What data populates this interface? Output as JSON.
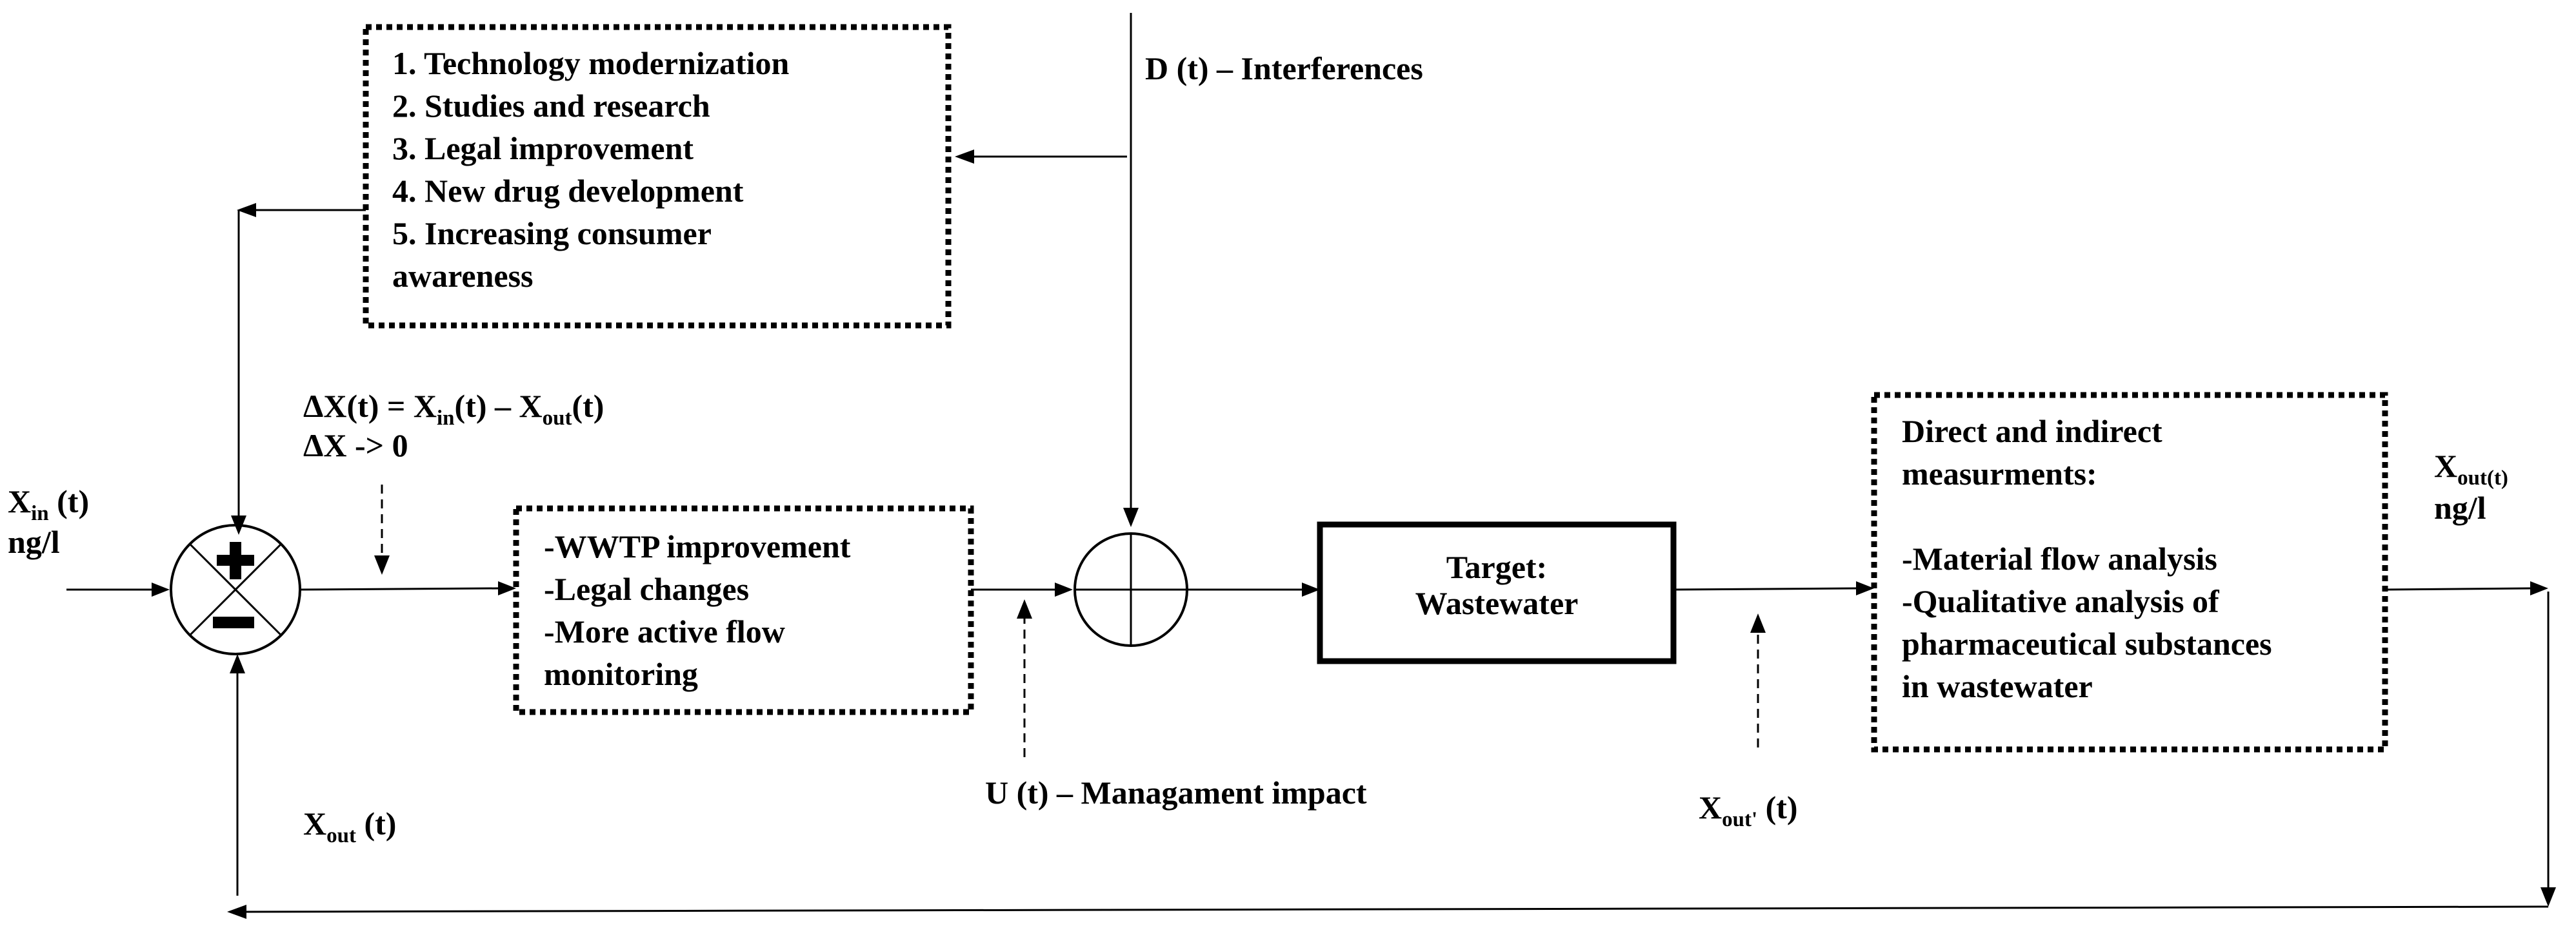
{
  "feedback_box": {
    "lines": [
      "1. Technology modernization",
      "2. Studies and research",
      "3. Legal improvement",
      "4. New drug development",
      "5. Increasing consumer",
      "awareness"
    ]
  },
  "disturbance": {
    "label": "D (t) – Interferences"
  },
  "input": {
    "x": "X",
    "x_sub": "in",
    "t": " (t)",
    "unit": "ng/l"
  },
  "error": {
    "line1": {
      "a": "ΔX(t) = X",
      "a_sub": "in",
      "b": "(t) – X",
      "b_sub": "out",
      "c": "(t)"
    },
    "line2": "ΔX -> 0"
  },
  "controller_box": {
    "lines": [
      "-WWTP improvement",
      "-Legal changes",
      "-More active flow",
      "monitoring"
    ]
  },
  "control_signal": {
    "label": "U (t) – Managament impact"
  },
  "target_box": {
    "line1": "Target:",
    "line2": "Wastewater"
  },
  "measured_output": {
    "x": "X",
    "x_sub": "out'",
    "t": " (t)"
  },
  "measurement_box": {
    "lines": [
      "Direct and indirect",
      "measurments:",
      "",
      "-Material flow analysis",
      "-Qualitative analysis of",
      "pharmaceutical substances",
      "in wastewater"
    ]
  },
  "output": {
    "x": "X",
    "x_sub": "out(t)",
    "unit": "ng/l"
  },
  "feedback_signal": {
    "x": "X",
    "x_sub": "out",
    "t": " (t)"
  }
}
